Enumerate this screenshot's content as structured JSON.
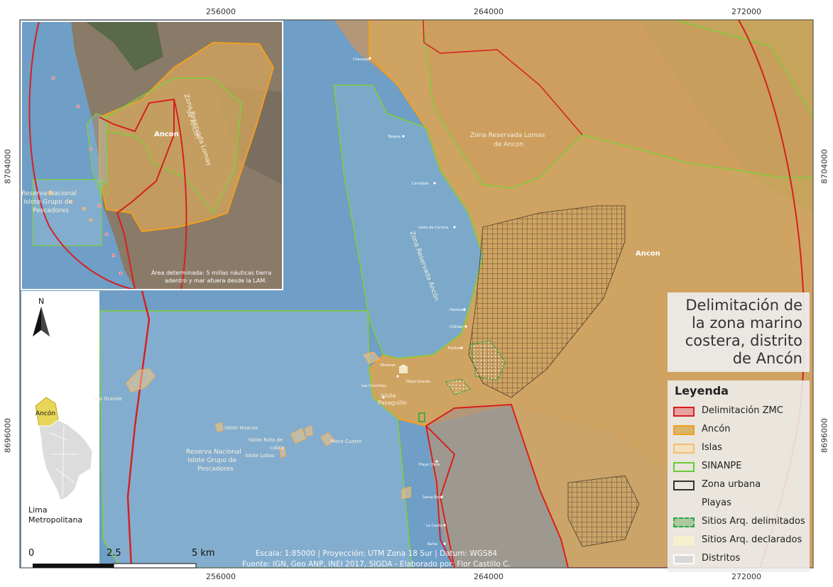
{
  "map": {
    "title": "Delimitación de la zona marino costera, distrito de Ancón",
    "title_lines": [
      "Delimitación de",
      "la zona marino",
      "costera, distrito",
      "de Ancón"
    ],
    "coords": {
      "top": [
        "256000",
        "264000",
        "272000"
      ],
      "bottom": [
        "256000",
        "264000",
        "272000"
      ],
      "left": [
        "8704000",
        "8696000"
      ],
      "right": [
        "8704000",
        "8696000"
      ]
    },
    "labels": {
      "ancon_main": "Ancon",
      "ancon_inset": "Ancon",
      "lomas_main": "Zona Reservada Lomas de Ancon",
      "lomas_main_l1": "Zona Reservada Lomas",
      "lomas_main_l2": "de Ancon",
      "lomas_inset_l1": "Zona Reservada Lomas",
      "lomas_inset_l2": "de Ancon",
      "zr_ancon": "Zona Reservada Ancón",
      "reserva_main_l1": "Reserva Nacional",
      "reserva_main_l2": "Islote Grupo de",
      "reserva_main_l3": "Pescadores",
      "reserva_inset_l1": "Reserva Nacional",
      "reserva_inset_l2": "Islote Grupo de",
      "reserva_inset_l3": "Pescadores",
      "isla_grande": "Isla Grande",
      "islote_huacas": "Islote Huacas",
      "islote_rata_l1": "Islote Rata de",
      "islote_rata_l2": "cabra",
      "mora_cuatro": "Mora Cuatro",
      "islote_lobos": "Islote Lobos",
      "islote_l1": "Islote",
      "islote_l2": "Pasaguillo",
      "inset_note_l1": "Área determinada: 5 millas náuticas tierra",
      "inset_note_l2": "adentro y mar afuera desde la LAM.",
      "locator_ancon": "Ancón",
      "locator_lima_l1": "Lima",
      "locator_lima_l2": "Metropolitana",
      "north": "N"
    },
    "beaches_main": [
      "Chacaypo",
      "Tabana",
      "Cartelijos",
      "Lomo de Corvina",
      "Hermosa",
      "Chilhan",
      "Pocitos",
      "Miramar",
      "Las Conchitas",
      "Playa Grande",
      "Playa Chica",
      "Santa Rosa",
      "La Casita",
      "Bahía"
    ],
    "scalebar": {
      "labels": [
        "0",
        "2.5",
        "5 km"
      ]
    },
    "footer_line1": "Escala: 1:85000 | Proyección: UTM Zona 18 Sur | Datum: WGS84",
    "footer_line2": "Fuente: IGN, Geo ANP, INEI 2017, SIGDA - Elaborado por: Flor Castillo C."
  },
  "legend": {
    "title": "Leyenda",
    "items": [
      {
        "label": "Delimitación ZMC",
        "fill": "#e8a0a0",
        "stroke": "#d62020"
      },
      {
        "label": "Ancón",
        "fill": "#d9b46a",
        "stroke": "#f0a020"
      },
      {
        "label": "Islas",
        "fill": "#f5e0c0",
        "stroke": "#f0c070"
      },
      {
        "label": "SINANPE",
        "fill": "transparent",
        "stroke": "#66cc33"
      },
      {
        "label": "Zona urbana",
        "fill": "transparent",
        "stroke": "#333333"
      },
      {
        "label": "Playas",
        "fill": "transparent",
        "stroke": "transparent"
      },
      {
        "label": "Sitios Arq. delimitados",
        "fill": "#b0c8a0",
        "stroke": "#22aa44"
      },
      {
        "label": "Sitios Arq. declarados",
        "fill": "#f5f0d0",
        "stroke": "transparent"
      },
      {
        "label": "Distritos",
        "fill": "#d8d8d8",
        "stroke": "#ffffff"
      }
    ]
  },
  "colors": {
    "sea": "#6f9ec6",
    "land_dark": "#8a7a68",
    "land_green": "#a7ab5e",
    "ancon_fill": "#c9a26a",
    "zmc_line": "#d62020",
    "sinanpe_line": "#7fcf3a",
    "ancon_line": "#f0a020",
    "urban_line": "#4a3a2a"
  }
}
